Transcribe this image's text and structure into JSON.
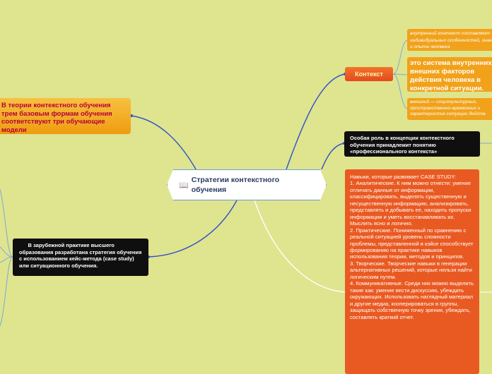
{
  "central": {
    "title": "Стратегии контекстного обучения",
    "icon": "book-icon"
  },
  "left_top": {
    "text": "В теории контекстного обучения трем базовым  формам обучения соответствуют три обучающие модели"
  },
  "left_bottom": {
    "text": "      В зарубежной практике высшего образования разработана стратегия обучения с использованием кейс-метода (case study) или ситуационного обучения."
  },
  "right_top": {
    "label": "Контекст",
    "children": [
      "внутренний  контекст составляют индивидуальных особенностей, знаний и опыта человека",
      "это система внутренних и внешних факторов действия человека в конкретной ситуации.",
      "внешний — социокультурных, пространственно-временных и характеристик ситуации действ"
    ]
  },
  "right_middle": {
    "text": "Особая роль в концепции контекстного обучения принадлежит понятию «профессионального контекста»"
  },
  "right_bottom": {
    "text": "      Навыки, которые развивает CASE STUDY:\n      1. Аналитические. К ним можно отнести: умение отличать данные от информации, классифицировать, выделять существенную и несущественную информацию, анализировать, представлять и добывать ее, находить пропуски информации и уметь восстанавливать их. Мыслить ясно и логично.\n      2. Практические. Пониженный по сравнению с реальной ситуацией уровень сложности проблемы, представленной в кэйсе способствует формированию на практике навыков использования теории, методов и принципов.\n      3. Творческие. Творческие навыки в генерации альтернативных решений, которые нельзя найти логическим путем.\n      4. Коммуникативные. Среди них можно выделить такие как: умение вести дискуссию, убеждать окружающих. Использовать наглядный материал и другие медиа, кооперироваться в группы, защищать собственную точку зрения, убеждать, составлять краткий отчет."
  },
  "colors": {
    "background": "#dfe48f",
    "connector": "#2f52c8",
    "white_connector": "#ffffff",
    "orange": "#f1a21a",
    "red_orange": "#e95a22",
    "dark_box": "#0f0f0f",
    "left_text": "#b3003a"
  }
}
